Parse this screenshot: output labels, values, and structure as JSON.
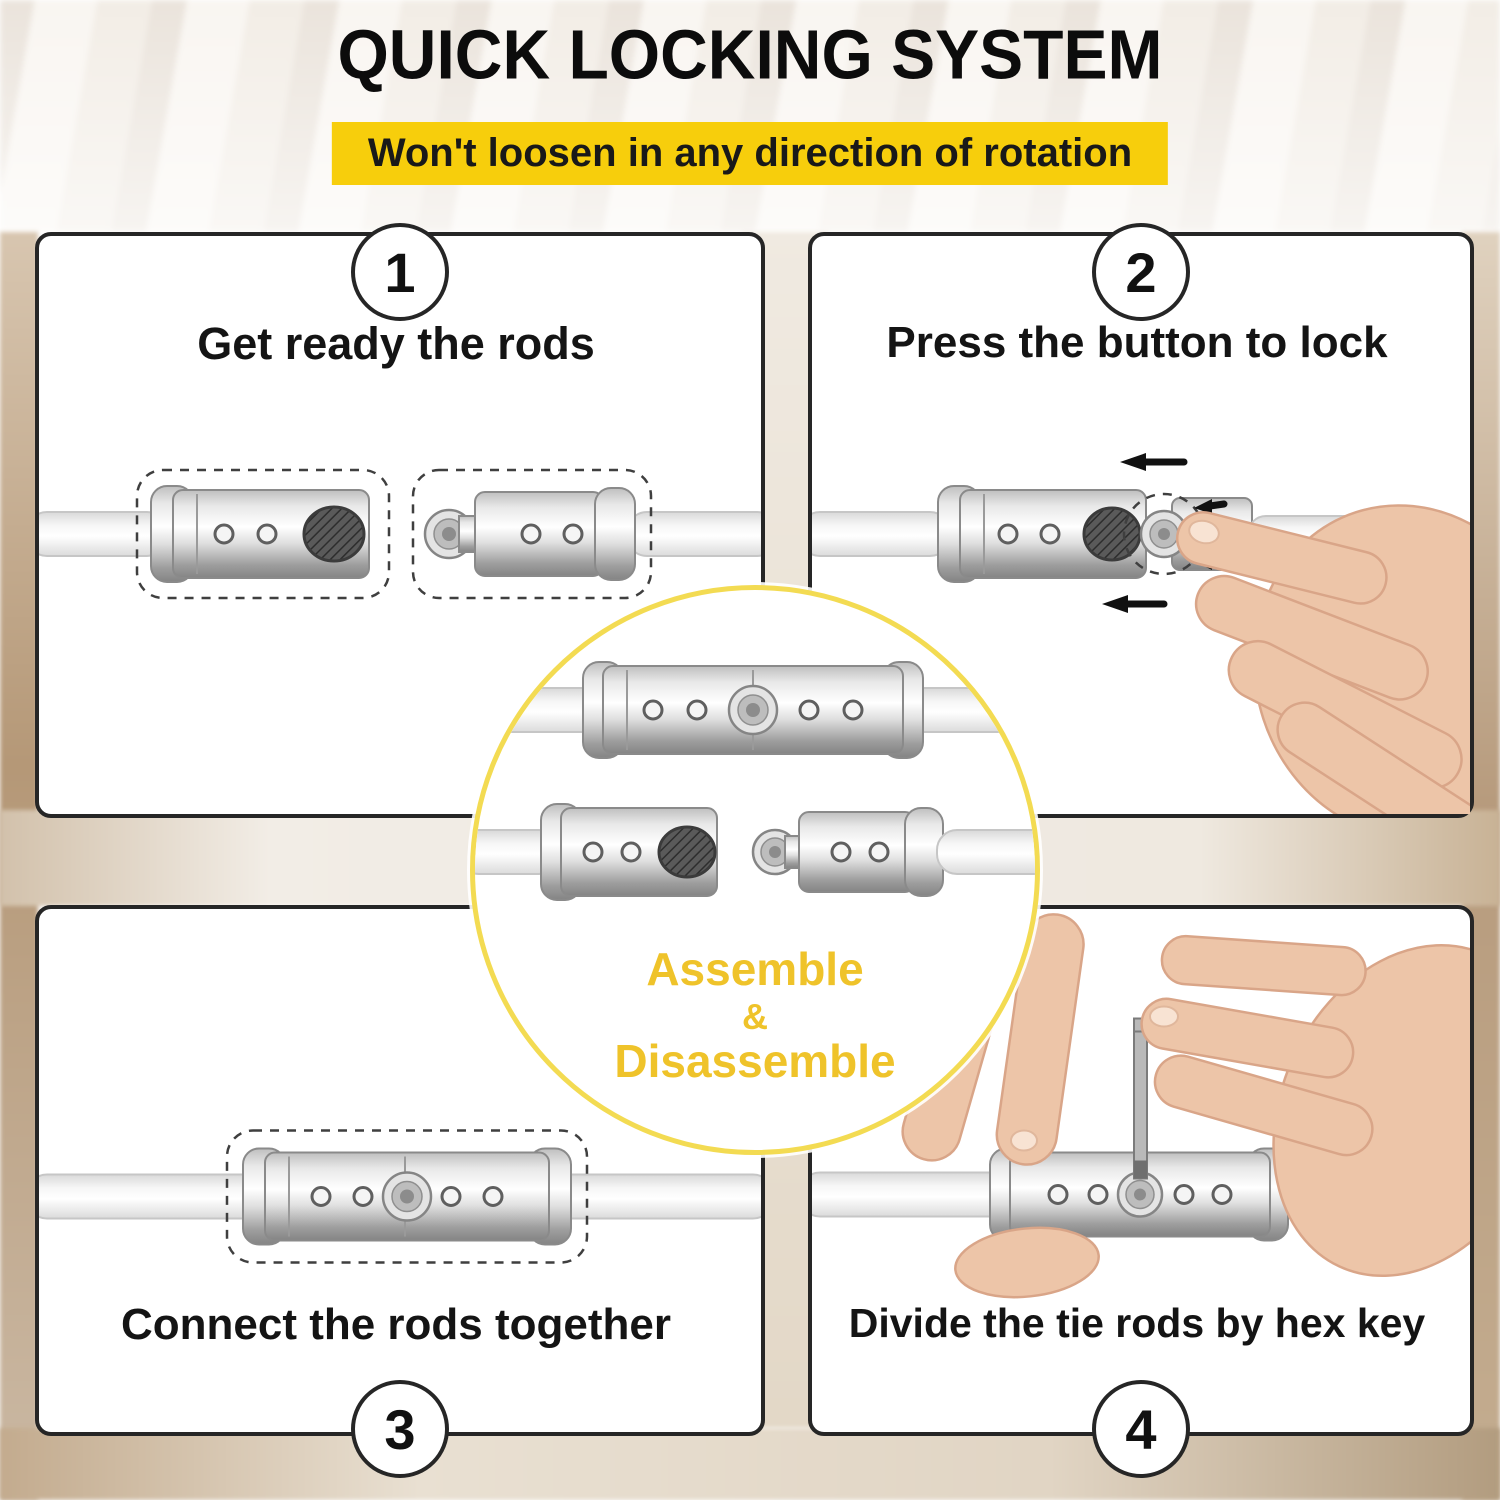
{
  "header": {
    "title": "QUICK LOCKING SYSTEM",
    "subtitle": "Won't loosen in any direction of rotation"
  },
  "panels": {
    "step1": {
      "number": "1",
      "caption": "Get ready the rods"
    },
    "step2": {
      "number": "2",
      "caption": "Press the button to lock"
    },
    "step3": {
      "number": "3",
      "caption": "Connect the rods together"
    },
    "step4": {
      "number": "4",
      "caption": "Divide the tie rods by hex key"
    }
  },
  "center_badge": {
    "line1": "Assemble",
    "line2": "&",
    "line3": "Disassemble"
  },
  "colors": {
    "banner_yellow": "#F7CE0C",
    "badge_text_yellow": "#EFC32A",
    "circle_border_yellow": "#F3DB52"
  }
}
